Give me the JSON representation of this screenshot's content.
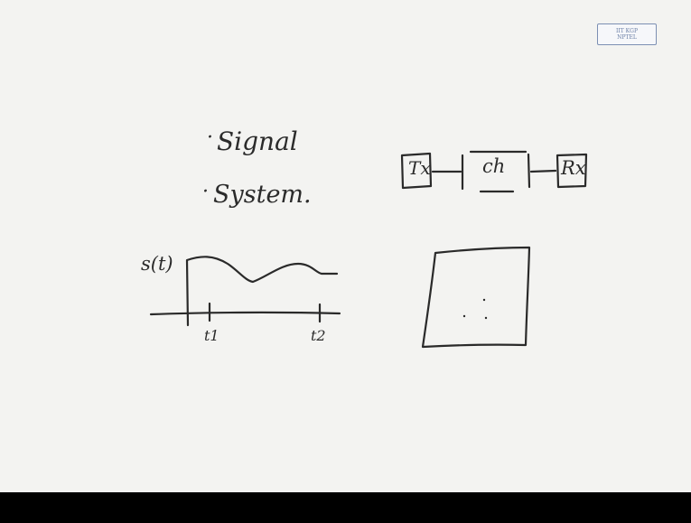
{
  "logo": {
    "line1": "IIT KGP",
    "line2": "NPTEL"
  },
  "notes": {
    "bullet_1": "Signal",
    "bullet_2": "System."
  },
  "signal_plot": {
    "y_label": "s(t)",
    "tick_1": "t1",
    "tick_2": "t2"
  },
  "block_diagram": {
    "transmitter": "Tx",
    "channel": "ch",
    "receiver": "Rx"
  }
}
